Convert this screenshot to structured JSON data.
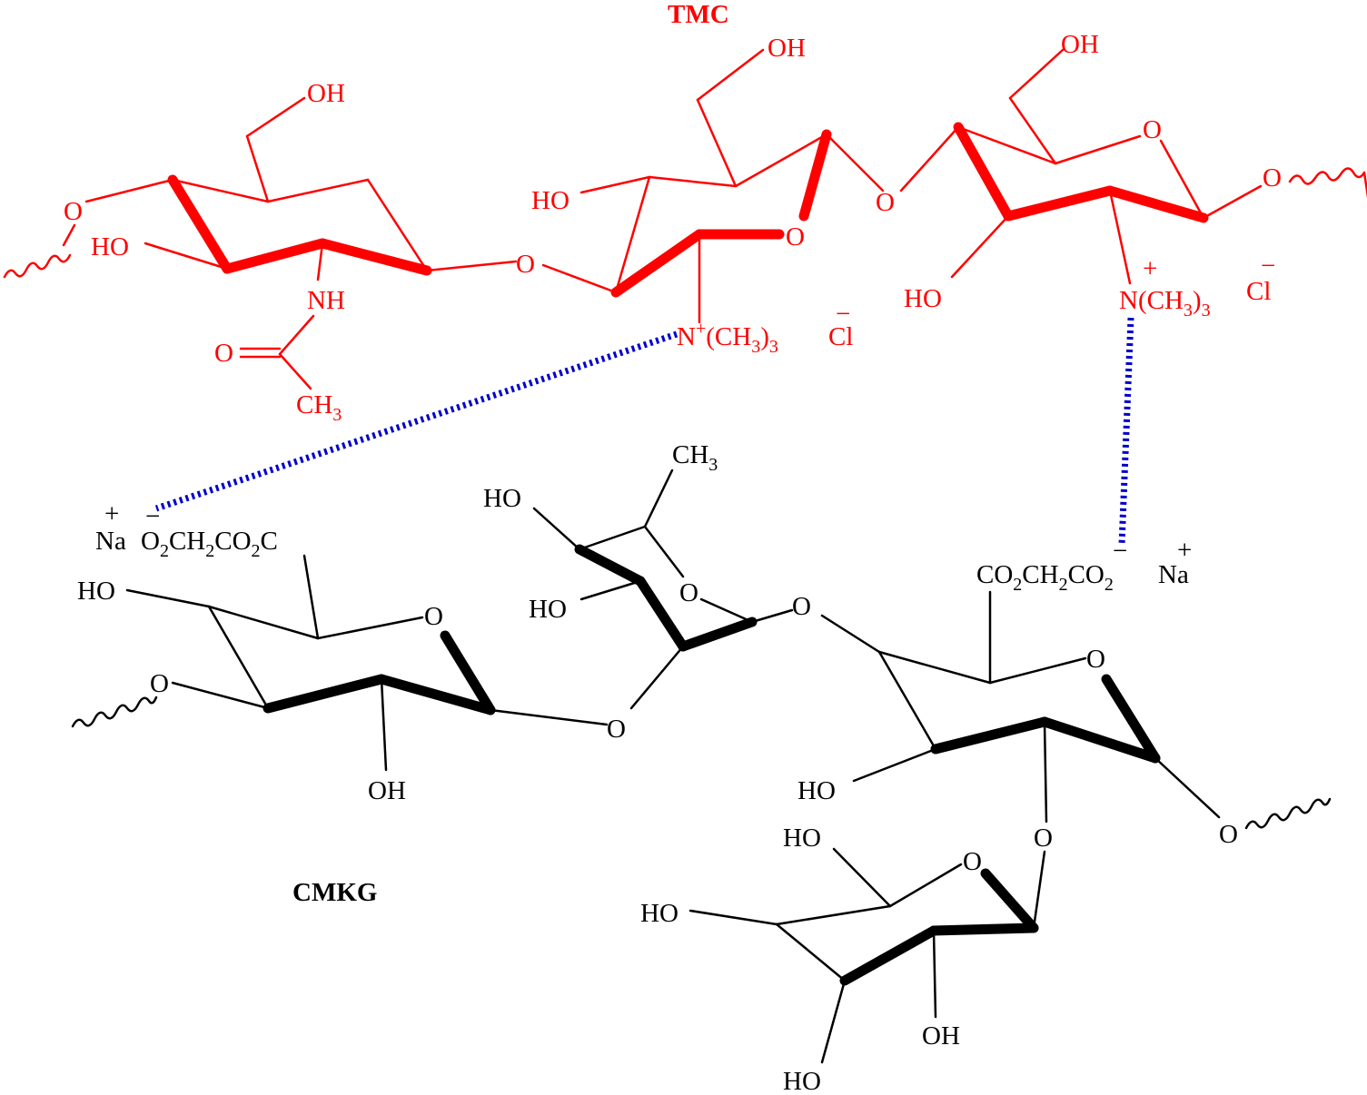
{
  "tmc": {
    "title": "TMC",
    "colors": {
      "polymer": "#ff0000"
    },
    "labels": {
      "oh_top1": "OH",
      "oh_top2": "OH",
      "oh_top3": "OH",
      "o_link_left": "O",
      "ho_ring1": "HO",
      "nh": "NH",
      "o_carbonyl": "O",
      "ch3": "CH",
      "ch3_sub": "3",
      "o_link1": "O",
      "ho_ring2": "HO",
      "o_ring2": "O",
      "n_plus_left": "N",
      "n_plus_left_sup": "+",
      "n_plus_left_rest": "(CH",
      "n_plus_left_sub": "3",
      "n_plus_left_close": ")",
      "n_plus_left_sub2": "3",
      "cl_left": "Cl",
      "cl_left_charge": "−",
      "o_link2": "O",
      "o_ring3": "O",
      "o_link_right": "O",
      "ho_ring3": "HO",
      "n_plus_right": "N(CH",
      "n_plus_right_sub": "3",
      "n_plus_right_close": ")",
      "n_plus_right_sub2": "3",
      "n_plus_right_charge": "+",
      "cl_right": "Cl",
      "cl_right_charge": "−"
    }
  },
  "cmkg": {
    "title": "CMKG",
    "colors": {
      "polymer": "#000000",
      "ionic_interaction": "#0000cc"
    },
    "labels": {
      "na_left": "Na",
      "na_left_charge": "+",
      "carboxy_left_charge": "−",
      "carboxy_left": "O",
      "carboxy_left_sub1": "2",
      "carboxy_left_mid": "CH",
      "carboxy_left_sub2": "2",
      "carboxy_left_co": "CO",
      "carboxy_left_sub3": "2",
      "carboxy_left_end": "C",
      "ho_ring1": "HO",
      "o_link_left": "O",
      "o_ring1": "O",
      "oh_ring1": "OH",
      "o_link1": "O",
      "ch3": "CH",
      "ch3_sub": "3",
      "ho_fuc1": "HO",
      "ho_fuc2": "HO",
      "o_fuc": "O",
      "o_link2": "O",
      "carboxy_right": "CO",
      "carboxy_right_sub1": "2",
      "carboxy_right_mid": "CH",
      "carboxy_right_sub2": "2",
      "carboxy_right_co": "CO",
      "carboxy_right_sub3": "2",
      "carboxy_right_charge": "−",
      "na_right": "Na",
      "na_right_charge": "+",
      "o_ring3": "O",
      "ho_ring3": "HO",
      "o_link3": "O",
      "o_link_right": "O",
      "ho_gal1": "HO",
      "o_gal": "O",
      "ho_gal2": "HO",
      "oh_gal": "OH",
      "ho_gal3": "HO"
    }
  }
}
